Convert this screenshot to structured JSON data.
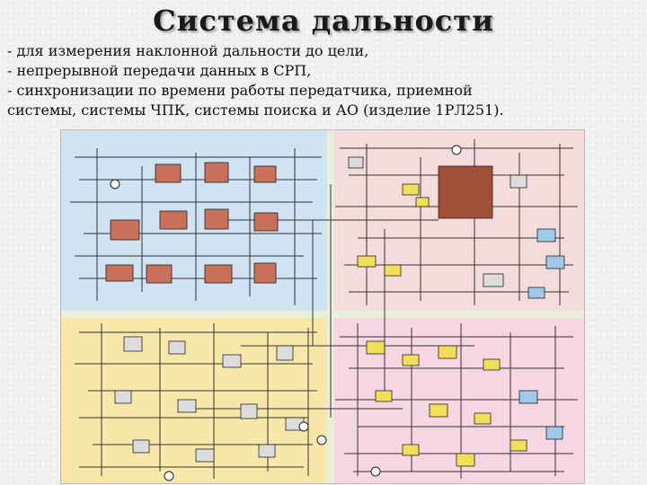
{
  "slide": {
    "title": "Система дальности",
    "bullets": [
      "- для измерения наклонной дальности до цели,",
      "- непрерывной передачи данных в СРП,",
      "- синхронизации по времени работы передатчика, приемной",
      "системы, системы ЧПК, системы поиска и АО (изделие 1РЛ251)."
    ]
  },
  "diagram": {
    "zones": [
      {
        "id": "z1",
        "color": "#cfe3f2"
      },
      {
        "id": "z2",
        "color": "#f5dcdc"
      },
      {
        "id": "z3",
        "color": "#f7e7a8"
      },
      {
        "id": "z4",
        "color": "#f7d6e4"
      }
    ],
    "block_colors": {
      "unit": "#c9705a",
      "unit_dark": "#a24f3a",
      "yellow": "#f0df57",
      "blue": "#9fc9e8",
      "grey": "#dcdcdc"
    }
  }
}
